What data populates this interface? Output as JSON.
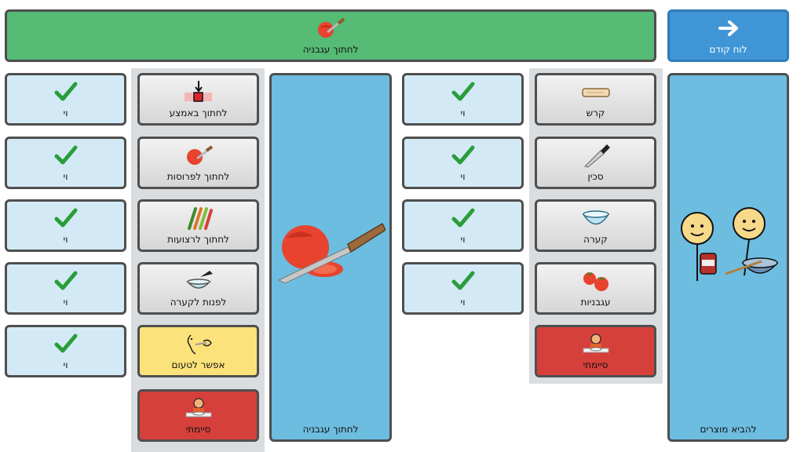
{
  "header": {
    "title": "לחתוך עגבניה",
    "prev_board_label": "לוח קודם"
  },
  "colors": {
    "header_green": "#55bb75",
    "prev_blue": "#3f95d6",
    "column_blue": "#6cbde0",
    "check_light": "#d3eaf6",
    "finish_red": "#d6403a",
    "taste_yellow": "#fbe27a",
    "check_green": "#2a9d3a"
  },
  "left_checks": [
    "וי",
    "וי",
    "וי",
    "וי",
    "וי"
  ],
  "left_actions": {
    "cut_middle": "לחתוך באמצע",
    "cut_slices": "לחתוך לפרוסות",
    "cut_strips": "לחתוך לרצועות",
    "to_bowl": "לפנות לקערה",
    "can_taste": "אפשר לטעום",
    "finished": "סיימתי"
  },
  "center_column_label": "לחתוך עגבניה",
  "right_checks": [
    "וי",
    "וי",
    "וי",
    "וי"
  ],
  "right_items": {
    "board": "קרש",
    "knife": "סכין",
    "bowl": "קערה",
    "tomatoes": "עגבניות",
    "finished": "סיימתי"
  },
  "bring_products_label": "להביא מוצרים",
  "icons": {
    "back": "arrow-right-icon",
    "check": "check-icon",
    "tomato": "tomato-knife-icon"
  }
}
